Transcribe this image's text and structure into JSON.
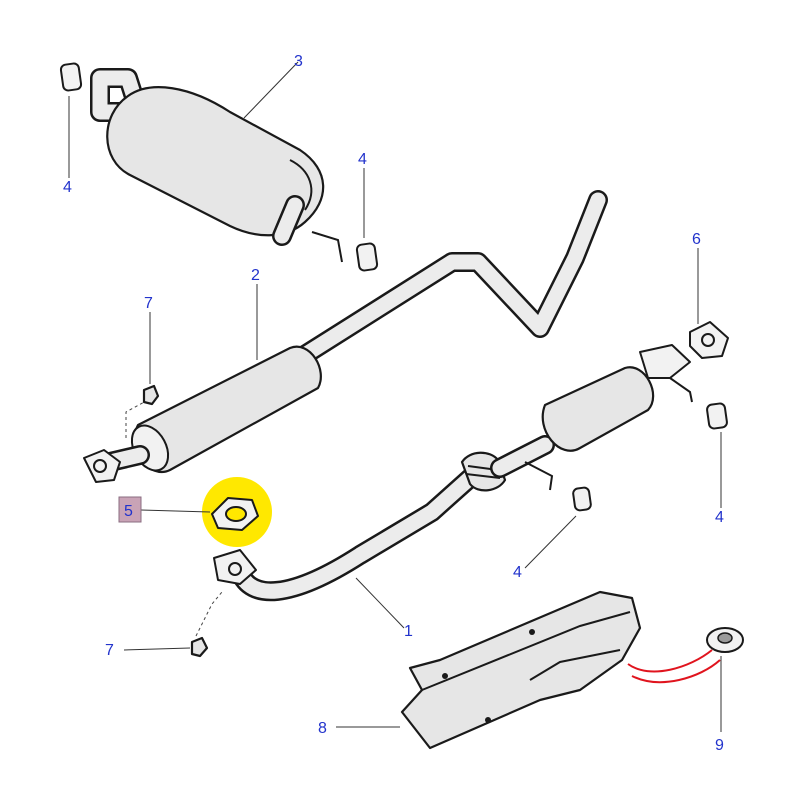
{
  "callouts": {
    "c1": "1",
    "c2": "2",
    "c3": "3",
    "c4a": "4",
    "c4b": "4",
    "c4c": "4",
    "c4d": "4",
    "c5": "5",
    "c6": "6",
    "c7a": "7",
    "c7b": "7",
    "c8": "8",
    "c9": "9"
  },
  "colors": {
    "callout_text": "#2233cc",
    "highlight_circle": "#ffe800",
    "selected_label_box": "#c9a3b6",
    "wire_red": "#e0141e"
  }
}
